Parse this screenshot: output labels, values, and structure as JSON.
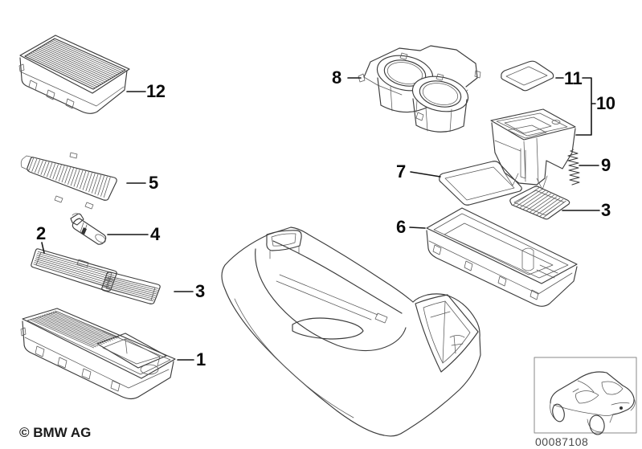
{
  "callouts": [
    {
      "label": "12"
    },
    {
      "label": "5"
    },
    {
      "label": "2"
    },
    {
      "label": "4"
    },
    {
      "label": "3"
    },
    {
      "label": "1"
    },
    {
      "label": "8"
    },
    {
      "label": "7"
    },
    {
      "label": "6"
    },
    {
      "label": "11"
    },
    {
      "label": "10"
    },
    {
      "label": "9"
    },
    {
      "label": "3"
    }
  ],
  "footer": {
    "copyright": "© BMW AG",
    "drawing_number": "00087108"
  }
}
